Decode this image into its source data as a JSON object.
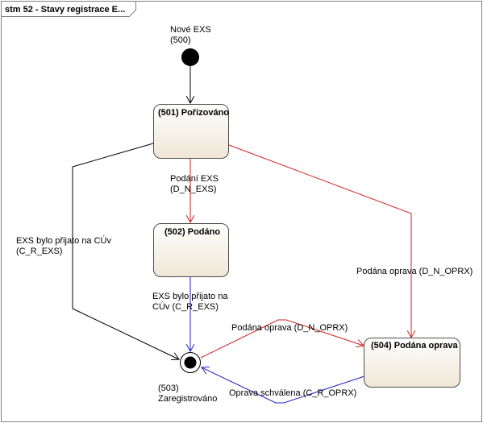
{
  "diagram": {
    "title": "stm 52 - Stavy registrace E...",
    "initial_label": {
      "line1": "Nové EXS",
      "line2": "(500)"
    },
    "states": {
      "s501": "(501) Pořizováno",
      "s502": "(502) Podáno",
      "s504": "(504) Podána oprava"
    },
    "final_label": {
      "line1": "(503)",
      "line2": "Zaregistrováno"
    },
    "transitions": {
      "t501_502": {
        "line1": "Podání EXS",
        "line2": "(D_N_EXS)"
      },
      "t501_503": {
        "line1": "EXS bylo přijato na CÚv",
        "line2": "(C_R_EXS)"
      },
      "t502_503": {
        "line1": "EXS bylo přijato na",
        "line2": "CÚv (C_R_EXS)"
      },
      "t501_504": "Podána oprava (D_N_OPRX)",
      "t503_504": "Podána oprava (D_N_OPRX)",
      "t504_503": "Oprava schválena (C_R_OPRX)"
    },
    "colors": {
      "frame": "#808080",
      "state_border": "#4d4d4d",
      "state_fill_top": "#ffffff",
      "state_fill_bottom": "#efe6d6",
      "edge_default": "#000000",
      "edge_red": "#d02020",
      "edge_blue": "#2020c0"
    }
  }
}
